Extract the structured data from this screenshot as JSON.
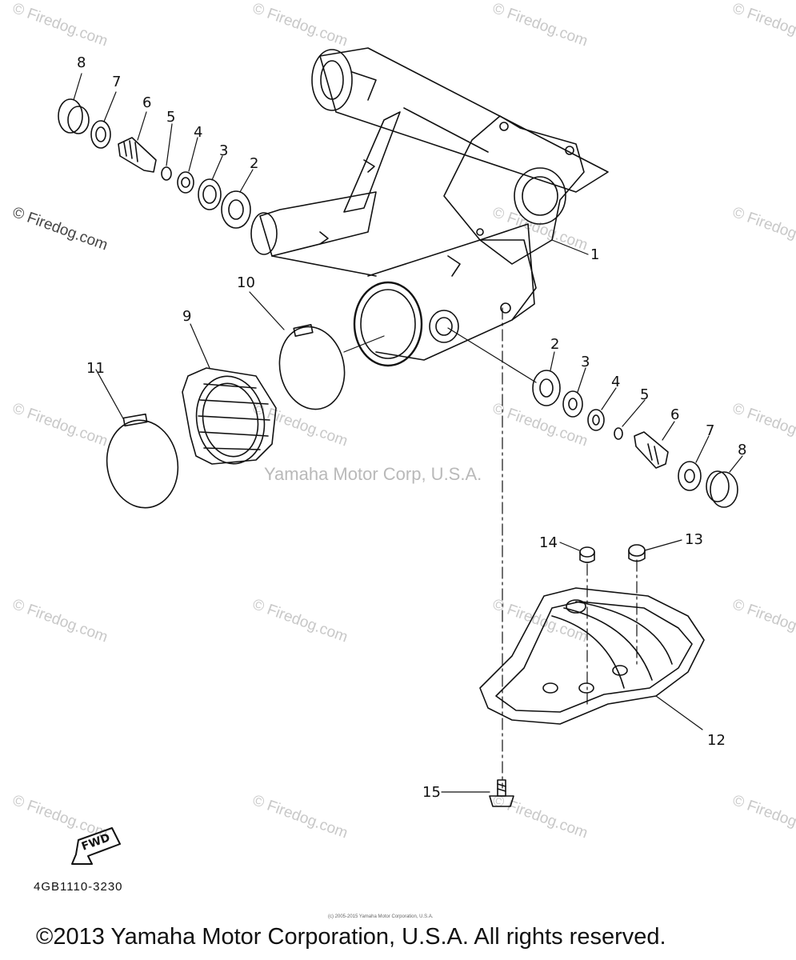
{
  "watermark": "© Firedog.com",
  "center_mark": "Yamaha Motor Corp, U.S.A.",
  "drawing_code": "4GB1110-3230",
  "small_copyright": "(c) 2005-2015 Yamaha Motor Corporation, U.S.A.",
  "footer_copyright": "©2013 Yamaha Motor Corporation, U.S.A. All rights reserved.",
  "fwd_label": "FWD",
  "callouts": {
    "c1": "1",
    "c2a": "2",
    "c3a": "3",
    "c4a": "4",
    "c5a": "5",
    "c6a": "6",
    "c7a": "7",
    "c8a": "8",
    "c2b": "2",
    "c3b": "3",
    "c4b": "4",
    "c5b": "5",
    "c6b": "6",
    "c7b": "7",
    "c8b": "8",
    "c9": "9",
    "c10": "10",
    "c11": "11",
    "c12": "12",
    "c13": "13",
    "c14": "14",
    "c15": "15"
  }
}
